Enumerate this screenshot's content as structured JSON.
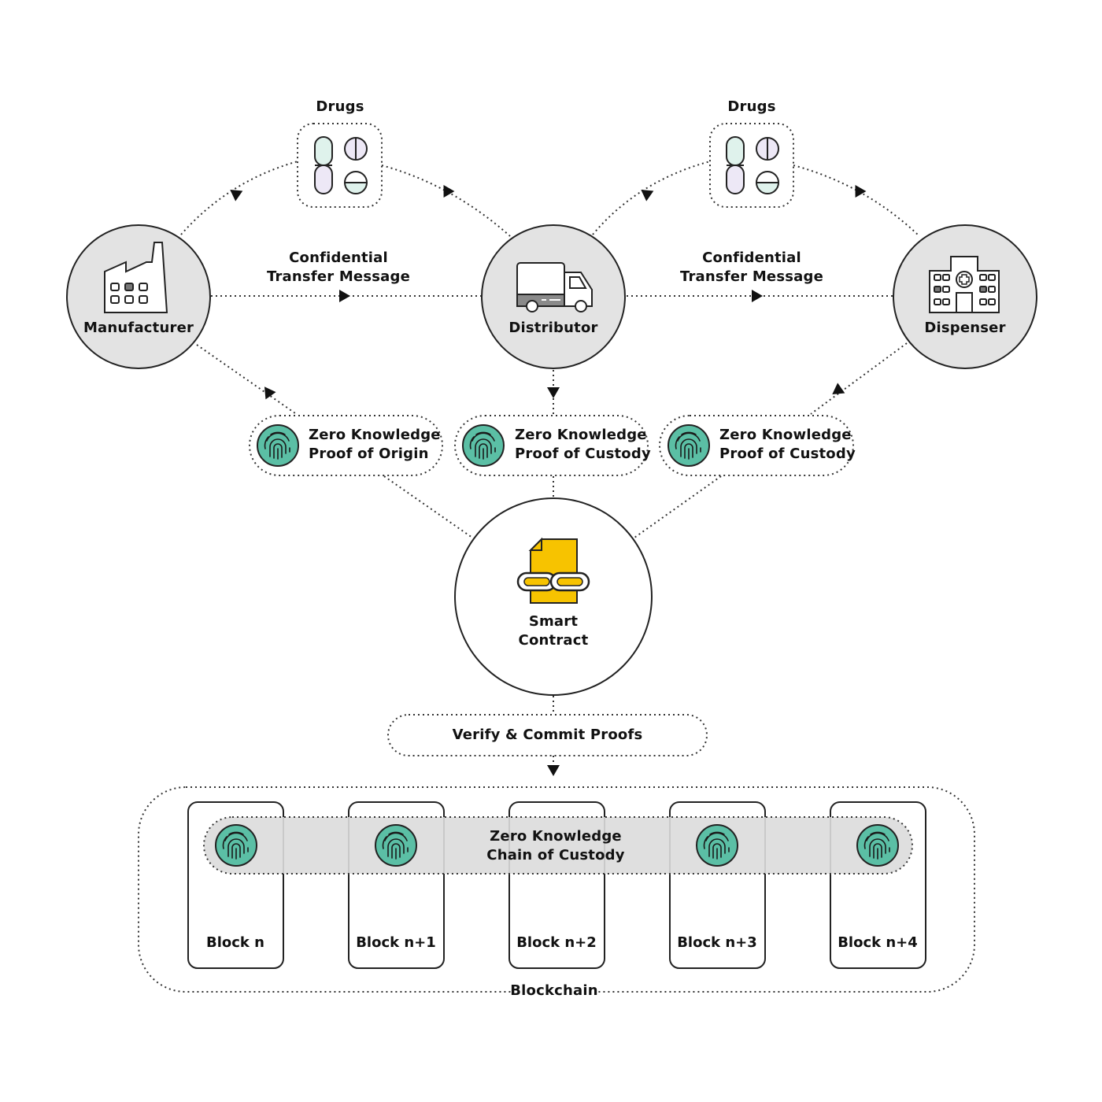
{
  "colors": {
    "node_fill": "#e3e3e3",
    "proof_green": "#5bbfa5",
    "contract_yellow": "#f7c300",
    "stroke": "#222222",
    "capsule_top": "#dff2ec",
    "capsule_bottom": "#ede8f6"
  },
  "nodes": {
    "manufacturer": {
      "label": "Manufacturer",
      "icon": "factory-icon"
    },
    "distributor": {
      "label": "Distributor",
      "icon": "truck-icon"
    },
    "dispenser": {
      "label": "Dispenser",
      "icon": "hospital-icon"
    }
  },
  "drugs": [
    {
      "label": "Drugs",
      "icon": "pills-icon"
    },
    {
      "label": "Drugs",
      "icon": "pills-icon"
    }
  ],
  "messages": [
    {
      "line1": "Confidential",
      "line2": "Transfer Message"
    },
    {
      "line1": "Confidential",
      "line2": "Transfer Message"
    }
  ],
  "proofs": [
    {
      "line1": "Zero Knowledge",
      "line2": "Proof of Origin",
      "icon": "fingerprint-icon"
    },
    {
      "line1": "Zero Knowledge",
      "line2": "Proof of Custody",
      "icon": "fingerprint-icon"
    },
    {
      "line1": "Zero Knowledge",
      "line2": "Proof of Custody",
      "icon": "fingerprint-icon"
    }
  ],
  "smart_contract": {
    "line1": "Smart",
    "line2": "Contract",
    "icon": "contract-chain-icon"
  },
  "verify": {
    "label": "Verify & Commit Proofs"
  },
  "blockchain": {
    "label": "Blockchain",
    "chain_line1": "Zero Knowledge",
    "chain_line2": "Chain of Custody",
    "blocks": [
      "Block n",
      "Block n+1",
      "Block n+2",
      "Block n+3",
      "Block n+4"
    ]
  }
}
